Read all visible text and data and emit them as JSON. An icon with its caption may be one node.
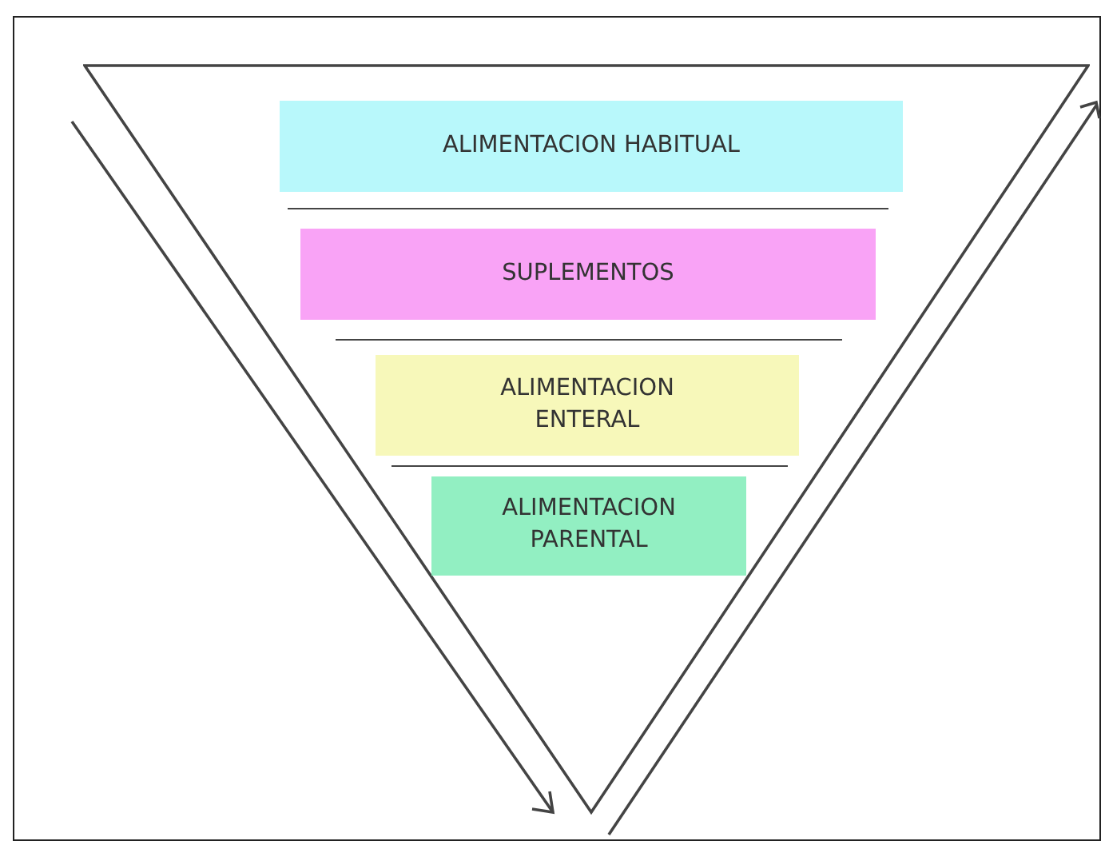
{
  "diagram": {
    "nodes": [
      {
        "text": [],
        "shape": "triangle"
      },
      {
        "text": [
          "ALIMENTACION HABITUAL"
        ],
        "in": 0
      },
      {
        "text": [
          "SUPLEMENTOS"
        ],
        "in": 0
      },
      {
        "text": [
          "ALIMENTACION ENTERAL"
        ],
        "in": 0
      },
      {
        "text": [
          "ALIMENTACION PARENTAL"
        ],
        "in": 0
      }
    ]
  }
}
